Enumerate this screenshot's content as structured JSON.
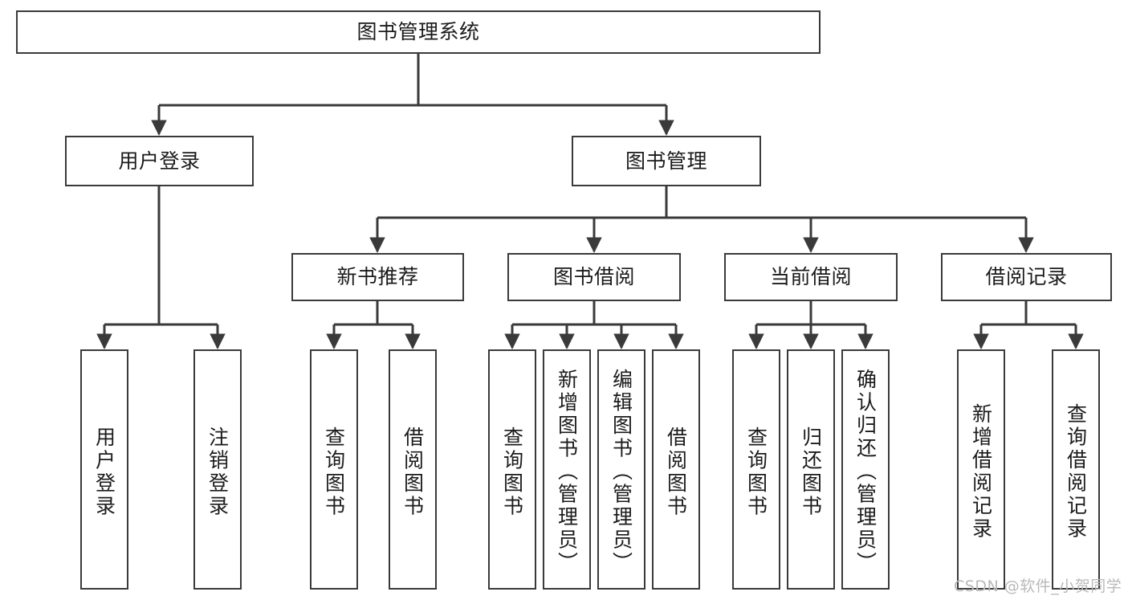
{
  "diagram": {
    "title": "图书管理系统",
    "type": "tree",
    "stroke_color": "#3a3a3a",
    "text_color": "#1b1b1b",
    "background_color": "#ffffff"
  },
  "nodes": {
    "root": {
      "label": "图书管理系统"
    },
    "level2": [
      {
        "label": "用户登录"
      },
      {
        "label": "图书管理"
      }
    ],
    "level3": [
      {
        "label": "新书推荐"
      },
      {
        "label": "图书借阅"
      },
      {
        "label": "当前借阅"
      },
      {
        "label": "借阅记录"
      }
    ],
    "leaves": {
      "user_login": [
        {
          "label": "用户登录"
        },
        {
          "label": "注销登录"
        }
      ],
      "new_book_recommend": [
        {
          "label": "查询图书"
        },
        {
          "label": "借阅图书"
        }
      ],
      "book_borrow": [
        {
          "label": "查询图书"
        },
        {
          "label": "新增图书（管理员）"
        },
        {
          "label": "编辑图书（管理员）"
        },
        {
          "label": "借阅图书"
        }
      ],
      "current_borrow": [
        {
          "label": "查询图书"
        },
        {
          "label": "归还图书"
        },
        {
          "label": "确认归还（管理员）"
        }
      ],
      "borrow_record": [
        {
          "label": "新增借阅记录"
        },
        {
          "label": "查询借阅记录"
        }
      ]
    }
  },
  "watermark": {
    "text": "CSDN @软件_小贺同学"
  }
}
